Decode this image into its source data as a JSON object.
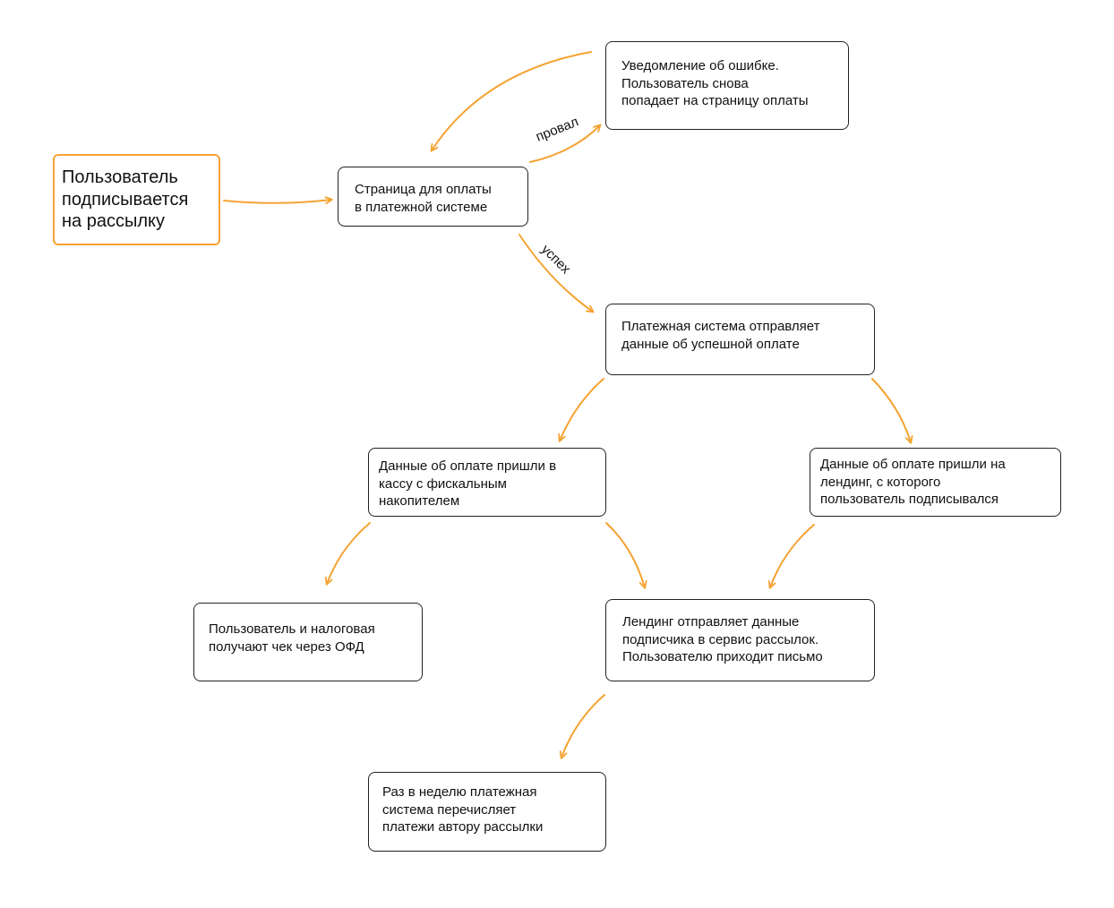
{
  "colors": {
    "accent": "#F5A333",
    "border": "#222222",
    "text": "#111111",
    "background": "#FFFFFF"
  },
  "nodes": {
    "start": "Пользователь\nподписывается\nна рассылку",
    "payment_page": "Страница для оплаты\nв платежной системе",
    "error": "Уведомление об ошибке.\nПользователь снова\nпопадает на страницу оплаты",
    "success": "Платежная система отправляет\nданные об успешной оплате",
    "cash_register": "Данные об оплате пришли в\nкассу с фискальным\nнакопителем",
    "landing": "Данные об оплате пришли на\nлендинг, с которого\nпользователь подписывался",
    "receipt": "Пользователь и налоговая\nполучают чек через ОФД",
    "mailing": "Лендинг отправляет данные\nподписчика в сервис рассылок.\nПользователю приходит письмо",
    "weekly": "Раз в неделю платежная\nсистема перечисляет\nплатежи автору рассылки"
  },
  "edge_labels": {
    "fail": "провал",
    "success": "успех"
  }
}
